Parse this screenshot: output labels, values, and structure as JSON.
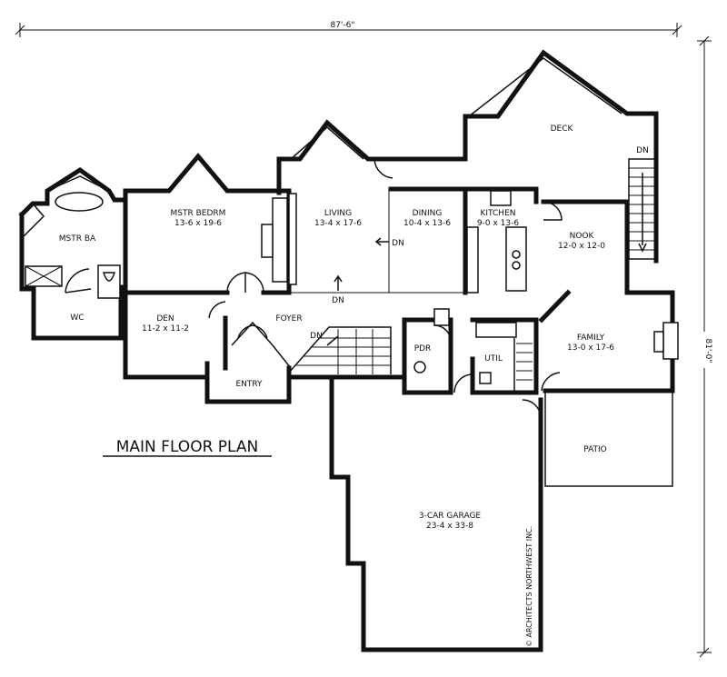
{
  "title": "MAIN FLOOR PLAN",
  "dimensions": {
    "width": "87'-6\"",
    "depth": "81'-0\""
  },
  "rooms": {
    "mstr_ba": {
      "name": "MSTR BA"
    },
    "wc": {
      "name": "WC"
    },
    "mstr_bedrm": {
      "name": "MSTR BEDRM",
      "size": "13-6 x 19-6"
    },
    "living": {
      "name": "LIVING",
      "size": "13-4 x 17-6"
    },
    "dining": {
      "name": "DINING",
      "size": "10-4 x 13-6"
    },
    "kitchen": {
      "name": "KITCHEN",
      "size": "9-0 x 13-6"
    },
    "nook": {
      "name": "NOOK",
      "size": "12-0 x 12-0"
    },
    "deck": {
      "name": "DECK"
    },
    "den": {
      "name": "DEN",
      "size": "11-2 x 11-2"
    },
    "foyer": {
      "name": "FOYER"
    },
    "entry": {
      "name": "ENTRY"
    },
    "pdr": {
      "name": "PDR"
    },
    "util": {
      "name": "UTIL"
    },
    "family": {
      "name": "FAMILY",
      "size": "13-0 x 17-6"
    },
    "patio": {
      "name": "PATIO"
    },
    "garage": {
      "name": "3-CAR GARAGE",
      "size": "23-4 x 33-8"
    }
  },
  "stair_labels": {
    "dn": "DN"
  },
  "copyright": "© ARCHITECTS NORTHWEST INC."
}
